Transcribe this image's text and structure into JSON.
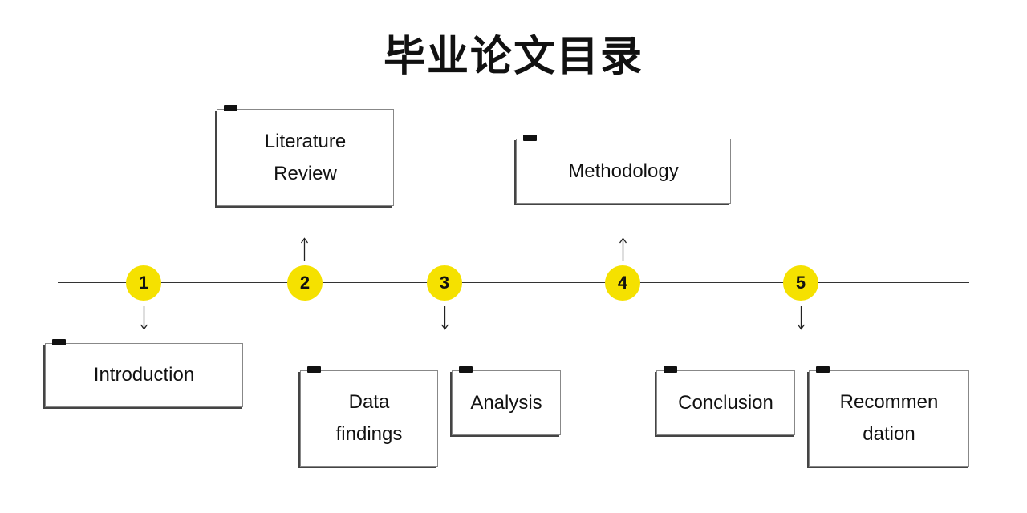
{
  "title": "毕业论文目录",
  "steps": [
    {
      "number": "1",
      "label": "Introduction"
    },
    {
      "number": "2",
      "label": "Literature\nReview"
    },
    {
      "number": "3",
      "label": "Data\nfindings"
    },
    {
      "number": "3",
      "label": "Analysis"
    },
    {
      "number": "4",
      "label": "Methodology"
    },
    {
      "number": "5",
      "label": "Conclusion"
    },
    {
      "number": "5",
      "label": "Recommen\ndation"
    }
  ],
  "markers": [
    "1",
    "2",
    "3",
    "4",
    "5"
  ],
  "colors": {
    "marker": "#f5e100",
    "line": "#333333",
    "text": "#111111"
  }
}
